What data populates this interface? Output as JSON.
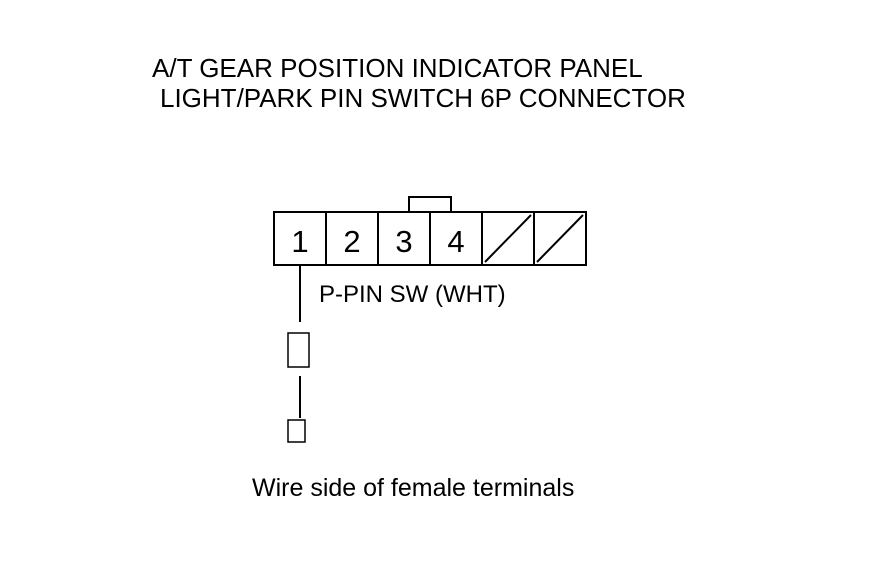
{
  "title": {
    "line1": "A/T GEAR POSITION INDICATOR PANEL",
    "line2": "LIGHT/PARK PIN SWITCH 6P CONNECTOR"
  },
  "connector": {
    "pins": [
      {
        "label": "1",
        "used": true
      },
      {
        "label": "2",
        "used": true
      },
      {
        "label": "3",
        "used": true
      },
      {
        "label": "4",
        "used": true
      },
      {
        "label": "",
        "used": false
      },
      {
        "label": "",
        "used": false
      }
    ],
    "wire_label": "P-PIN SW (WHT)"
  },
  "caption": "Wire side of female terminals",
  "colors": {
    "line": "#000000",
    "background": "#ffffff"
  }
}
